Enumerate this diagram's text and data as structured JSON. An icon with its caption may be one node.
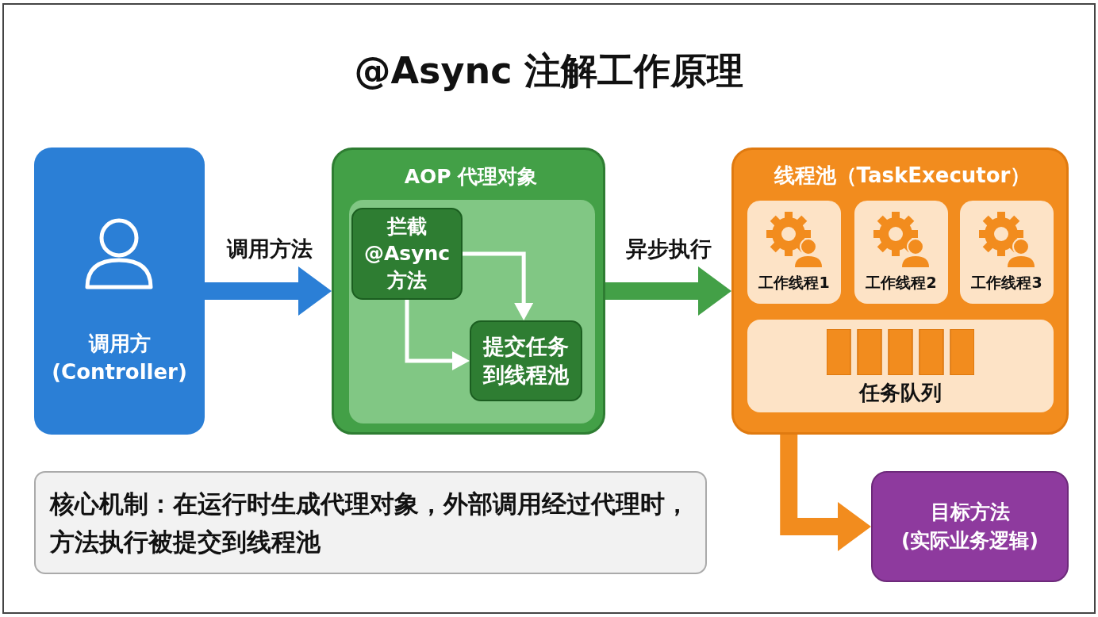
{
  "diagram": {
    "title": "@Async 注解工作原理",
    "nodes": [
      {
        "text": [
          "调用方 (Controller)"
        ]
      },
      {
        "text": [
          "AOP 代理对象"
        ]
      },
      {
        "text": [],
        "shape": "box",
        "in": 1
      },
      {
        "text": [
          "拦截 @Async 方法"
        ],
        "in": 2
      },
      {
        "text": [
          "提交任务到线程池"
        ],
        "in": 2
      },
      {
        "text": [
          "线程池（TaskExecutor）"
        ]
      },
      {
        "text": [
          "工作线程1"
        ],
        "in": 5
      },
      {
        "text": [
          "工作线程2"
        ],
        "in": 5
      },
      {
        "text": [
          "工作线程3"
        ],
        "in": 5
      },
      {
        "text": [
          "任务队列"
        ],
        "in": 5
      },
      {
        "text": [
          "目标方法 (实际业务逻辑)"
        ]
      },
      {
        "text": [
          "核心机制：在运行时生成代理对象，外部调用经过代理时，方法执行被提交到线程池"
        ]
      }
    ],
    "edges": [
      {
        "from": 0,
        "to": 1,
        "arrow": "to",
        "label": "调用方法",
        "color": "#2b7fd6"
      },
      {
        "from": 3,
        "to": 4,
        "arrow": "to",
        "color": "#ffffff"
      },
      {
        "from": 3,
        "to": 4,
        "arrow": "to",
        "color": "#ffffff"
      },
      {
        "from": 1,
        "to": 5,
        "arrow": "to",
        "label": "异步执行",
        "color": "#43a047"
      },
      {
        "from": 5,
        "to": 10,
        "arrow": "to",
        "color": "#f28c1e"
      }
    ]
  }
}
